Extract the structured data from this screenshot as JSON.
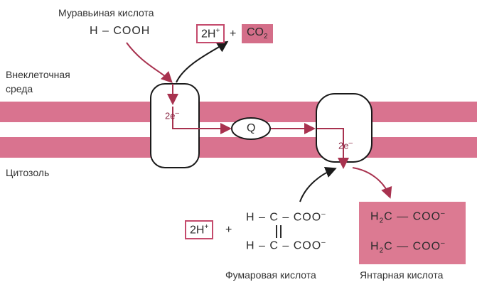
{
  "labels": {
    "formic_acid": "Муравьиная кислота",
    "extracellular": "Внеклеточная среда",
    "extracellular_line1": "Внеклеточная",
    "extracellular_line2": "среда",
    "cytosol": "Цитозоль",
    "fumarate": "Фумаровая кислота",
    "succinate": "Янтарная кислота"
  },
  "formula": {
    "formic": "H – COOH",
    "two_h_top": "2H",
    "plus": "+",
    "co2": "CO",
    "co2_sub": "2",
    "quinone": "Q",
    "electrons": "2e",
    "electrons_sup": "–",
    "h_sup": "+",
    "two_h_bottom": "2H",
    "fumarate_row1": "H – C – COO",
    "fumarate_row2": "H – C – COO",
    "carboxylate_sup": "–",
    "double_bond": "||",
    "succ_row1_left": "H",
    "succ_row1_c": "C",
    "succ_row1_right": "COO",
    "succ_row2_left": "H",
    "succ_row2_c": "C",
    "succ_row2_right": "COO",
    "succ_sub": "2",
    "succ_sup": "–"
  },
  "colors": {
    "membrane": "#d9738f",
    "membrane_dark": "#c85676",
    "arrow": "#a8324f",
    "box_border": "#c44a6c",
    "succinate_fill": "#dc7a92",
    "outline": "#1a1a1a"
  }
}
